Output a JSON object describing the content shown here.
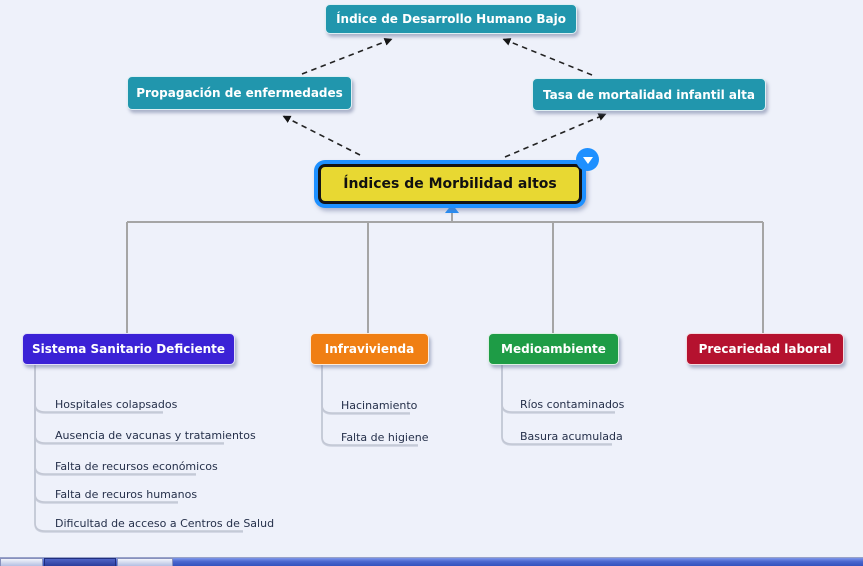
{
  "mindmap": {
    "top_node": {
      "label": "Índice de Desarrollo Humano Bajo"
    },
    "left_node": {
      "label": "Propagación de enfermedades"
    },
    "right_node": {
      "label": "Tasa de mortalidad infantil alta"
    },
    "center_node": {
      "label": "Índices de Morbilidad altos",
      "selected": true
    },
    "categories": [
      {
        "label": "Sistema Sanitario Deficiente",
        "color": "#3b22d6",
        "children": [
          "Hospitales colapsados",
          "Ausencia de vacunas y tratamientos",
          "Falta de recursos económicos",
          "Falta de recuros humanos",
          "Dificultad de acceso a Centros de Salud"
        ]
      },
      {
        "label": "Infravivienda",
        "color": "#f07f13",
        "children": [
          "Hacinamiento",
          "Falta de higiene"
        ]
      },
      {
        "label": "Medioambiente",
        "color": "#1e9c46",
        "children": [
          "Ríos contaminados",
          "Basura acumulada"
        ]
      },
      {
        "label": "Precariedad laboral",
        "color": "#b5122f",
        "children": []
      }
    ],
    "colors": {
      "node_teal": "#2196ad",
      "center_fill": "#e8d832",
      "selection_blue": "#1e90ff",
      "tree_connector": "#a5a5a5",
      "branch_line": "#c2c7d4",
      "background": "#eef1fa"
    },
    "icons": {
      "node_menu": "chevron-down"
    }
  }
}
